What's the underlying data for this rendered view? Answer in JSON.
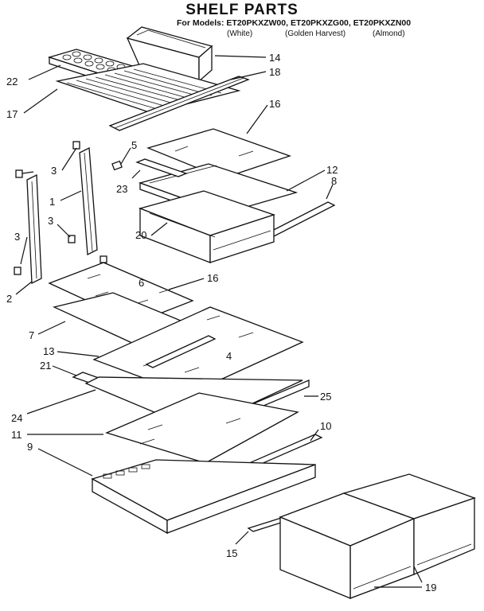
{
  "header": {
    "title": "SHELF PARTS",
    "models_prefix": "For Models:",
    "models": [
      "ET20PKXZW00,",
      "ET20PKXZG00,",
      "ET20PKXZN00"
    ],
    "finishes": [
      "(White)",
      "(Golden Harvest)",
      "(Almond)"
    ]
  },
  "callouts": {
    "c14": "14",
    "c18": "18",
    "c22": "22",
    "c17": "17",
    "c16a": "16",
    "c5": "5",
    "c3a": "3",
    "c23": "23",
    "c12": "12",
    "c8": "8",
    "c1": "1",
    "c3b": "3",
    "c3c": "3",
    "c20": "20",
    "c6": "6",
    "c16b": "16",
    "c2": "2",
    "c7": "7",
    "c4": "4",
    "c13": "13",
    "c21": "21",
    "c25": "25",
    "c24": "24",
    "c11": "11",
    "c10": "10",
    "c9": "9",
    "c15": "15",
    "c19": "19"
  }
}
